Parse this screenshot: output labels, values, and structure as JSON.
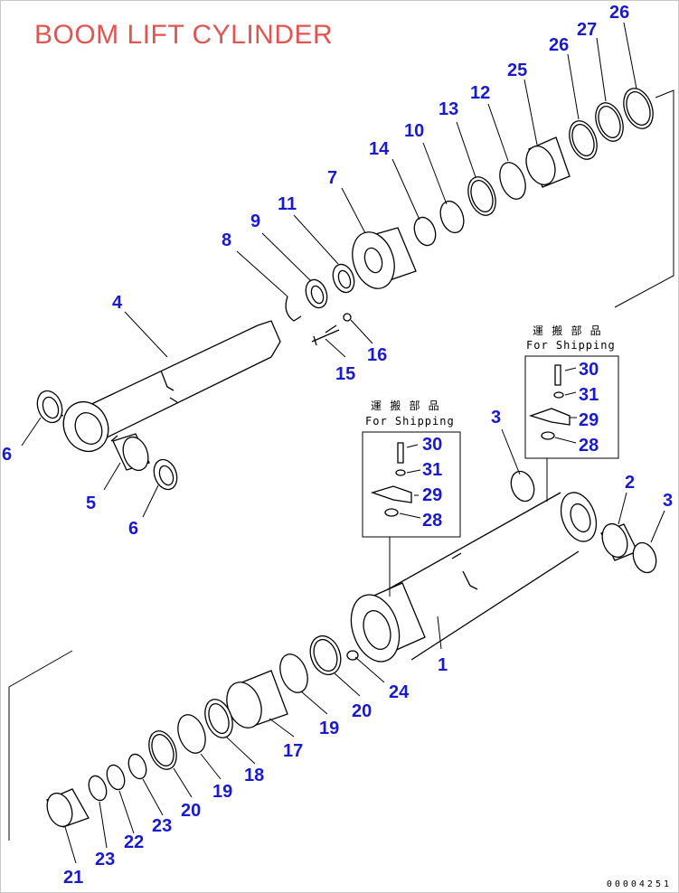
{
  "title": "BOOM LIFT CYLINDER",
  "drawing_code": "00004251",
  "shipping_box_1": {
    "jp": "運 搬 部 品",
    "en": "For Shipping"
  },
  "shipping_box_2": {
    "jp": "運 搬 部 品",
    "en": "For Shipping"
  },
  "parts": {
    "p1": "1",
    "p2": "2",
    "p3a": "3",
    "p3b": "3",
    "p4": "4",
    "p5": "5",
    "p6a": "6",
    "p6b": "6",
    "p7": "7",
    "p8": "8",
    "p9": "9",
    "p10": "10",
    "p11": "11",
    "p12": "12",
    "p13": "13",
    "p14": "14",
    "p15": "15",
    "p16": "16",
    "p17": "17",
    "p18": "18",
    "p19a": "19",
    "p19b": "19",
    "p20a": "20",
    "p20b": "20",
    "p21": "21",
    "p22": "22",
    "p23a": "23",
    "p23b": "23",
    "p24": "24",
    "p25": "25",
    "p26a": "26",
    "p26b": "26",
    "p27": "27",
    "b1_30": "30",
    "b1_31": "31",
    "b1_29": "29",
    "b1_28": "28",
    "b2_30": "30",
    "b2_31": "31",
    "b2_29": "29",
    "b2_28": "28"
  }
}
